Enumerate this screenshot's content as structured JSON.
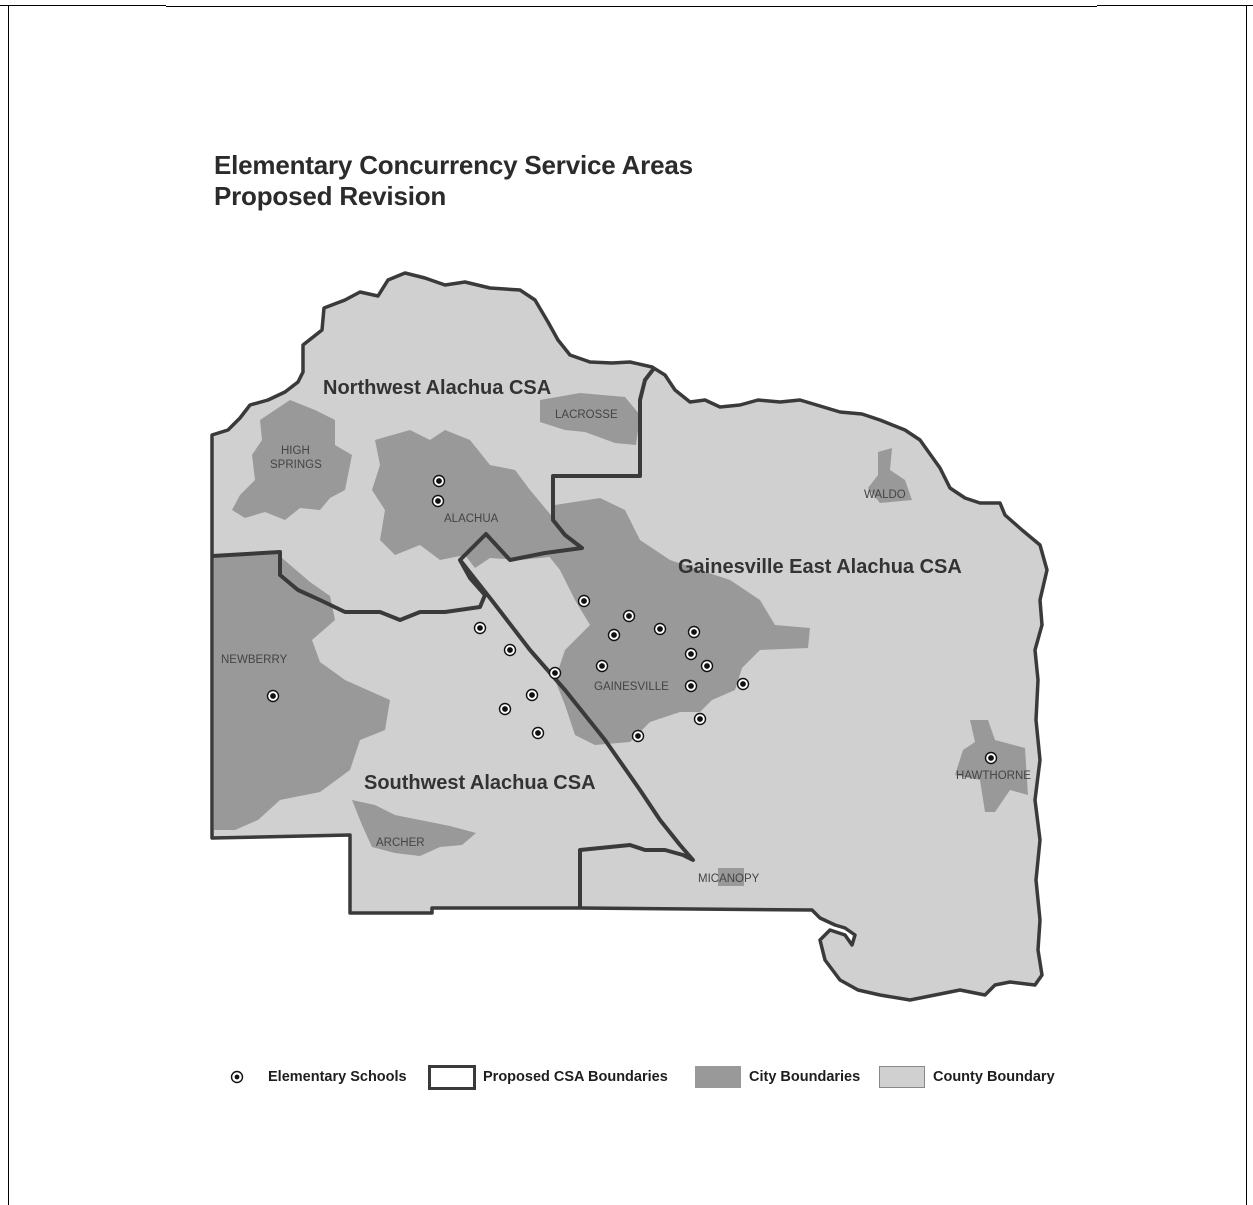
{
  "map": {
    "title_line1": "Elementary Concurrency Service Areas",
    "title_line2": "Proposed Revision",
    "csa_areas": [
      {
        "id": "nw",
        "label": "Northwest Alachua CSA"
      },
      {
        "id": "ge",
        "label": "Gainesville East Alachua CSA"
      },
      {
        "id": "sw",
        "label": "Southwest Alachua CSA"
      }
    ],
    "cities": {
      "lacrosse": "LACROSSE",
      "high_springs_1": "HIGH",
      "high_springs_2": "SPRINGS",
      "alachua": "ALACHUA",
      "waldo": "WALDO",
      "newberry": "NEWBERRY",
      "gainesville": "GAINESVILLE",
      "hawthorne": "HAWTHORNE",
      "archer": "ARCHER",
      "micanopy": "MICANOPY"
    },
    "colors": {
      "county_fill": "#d0d0d0",
      "city_fill": "#999999",
      "boundary_stroke": "#3a3a3a"
    }
  },
  "legend": {
    "schools": "Elementary Schools",
    "csa_boundaries": "Proposed CSA Boundaries",
    "city_boundaries": "City Boundaries",
    "county_boundary": "County Boundary"
  }
}
